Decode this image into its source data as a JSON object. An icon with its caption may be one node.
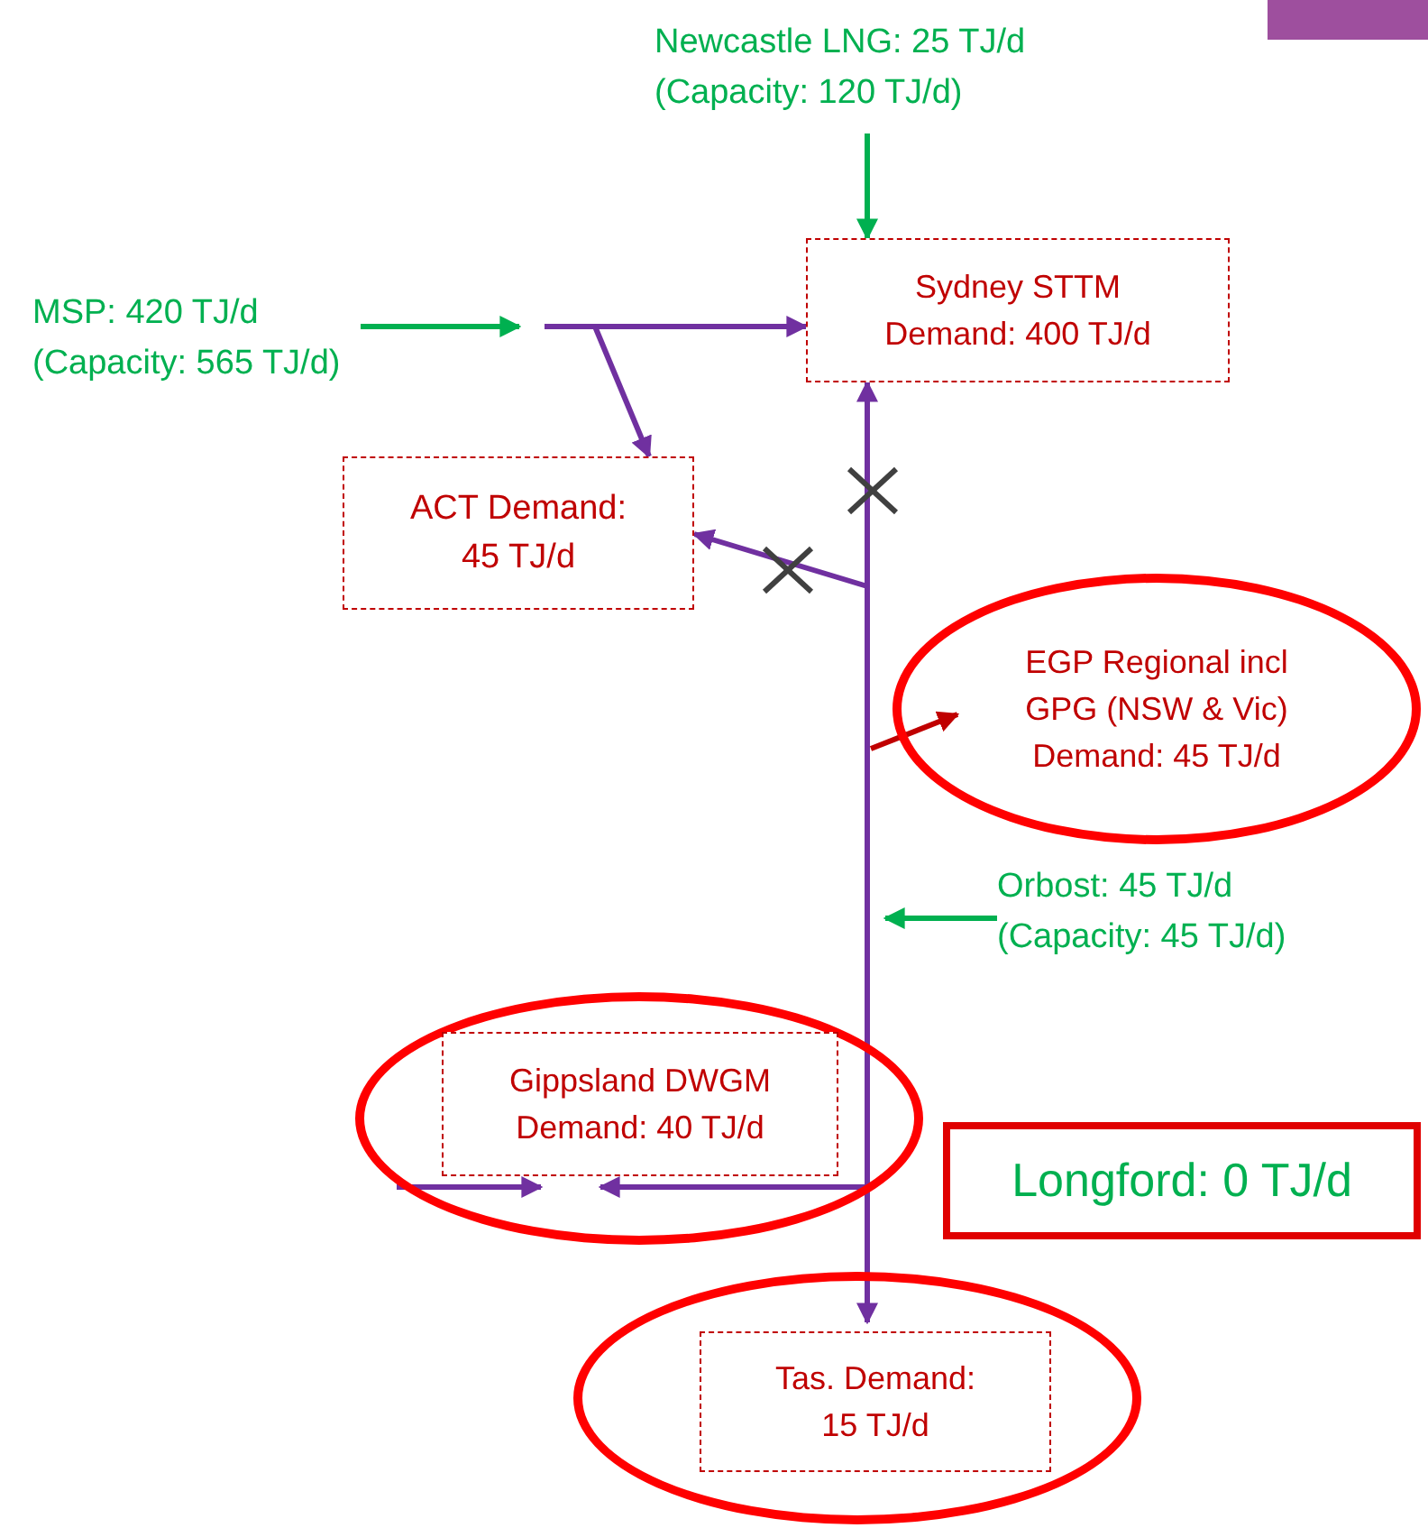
{
  "diagram": {
    "nodes": [
      {
        "text": [
          "Newcastle LNG: 25 TJ/d (Capacity: 120 TJ/d)"
        ]
      },
      {
        "text": [
          "MSP: 420 TJ/d (Capacity: 565 TJ/d)"
        ]
      },
      {
        "text": [
          "Sydney STTM Demand: 400 TJ/d"
        ]
      },
      {
        "text": [
          "ACT Demand: 45 TJ/d"
        ]
      },
      {
        "text": [
          "EGP Regional incl GPG (NSW & Vic) Demand: 45 TJ/d"
        ]
      },
      {
        "text": [
          "Orbost: 45 TJ/d (Capacity: 45 TJ/d)"
        ]
      },
      {
        "text": [],
        "shape": "ellipse"
      },
      {
        "text": [
          "Gippsland DWGM Demand: 40 TJ/d"
        ],
        "in": 6
      },
      {
        "text": [
          "Longford: 0 TJ/d"
        ]
      },
      {
        "text": [],
        "shape": "ellipse"
      },
      {
        "text": [
          "Tas. Demand: 15 TJ/d"
        ],
        "in": 9
      }
    ],
    "edges": [
      {
        "from": 0,
        "to": 2,
        "arrow": "to",
        "color": "#00b050"
      },
      {
        "from": 1,
        "to": null,
        "arrow": "to",
        "color": "#00b050"
      },
      {
        "from": null,
        "to": 2,
        "arrow": "to"
      },
      {
        "from": null,
        "to": 3,
        "arrow": "to"
      },
      {
        "from": null,
        "to": 2,
        "arrow": "to"
      },
      {
        "from": null,
        "to": 3,
        "arrow": "to"
      },
      {
        "from": null,
        "to": 4,
        "arrow": "to",
        "color": "#c00000"
      },
      {
        "from": 5,
        "to": null,
        "arrow": "to",
        "color": "#00b050"
      },
      {
        "from": null,
        "to": 6,
        "arrow": "to"
      },
      {
        "from": null,
        "to": 6,
        "arrow": "to"
      },
      {
        "from": null,
        "to": 10,
        "arrow": "to"
      }
    ]
  }
}
